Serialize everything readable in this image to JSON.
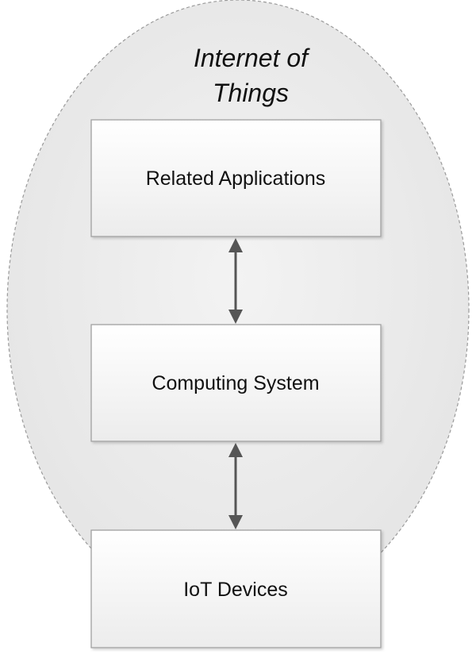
{
  "diagram": {
    "title_line1": "Internet of",
    "title_line2": "Things",
    "boxes": [
      {
        "label": "Related Applications"
      },
      {
        "label": "Computing System"
      },
      {
        "label": "IoT Devices"
      }
    ],
    "colors": {
      "ellipse_fill": "#e9e9e9",
      "ellipse_stroke": "#9a9a9a",
      "box_fill_top": "#ffffff",
      "box_fill_bottom": "#ededed",
      "box_stroke": "#a0a0a0",
      "arrow": "#555555"
    }
  }
}
